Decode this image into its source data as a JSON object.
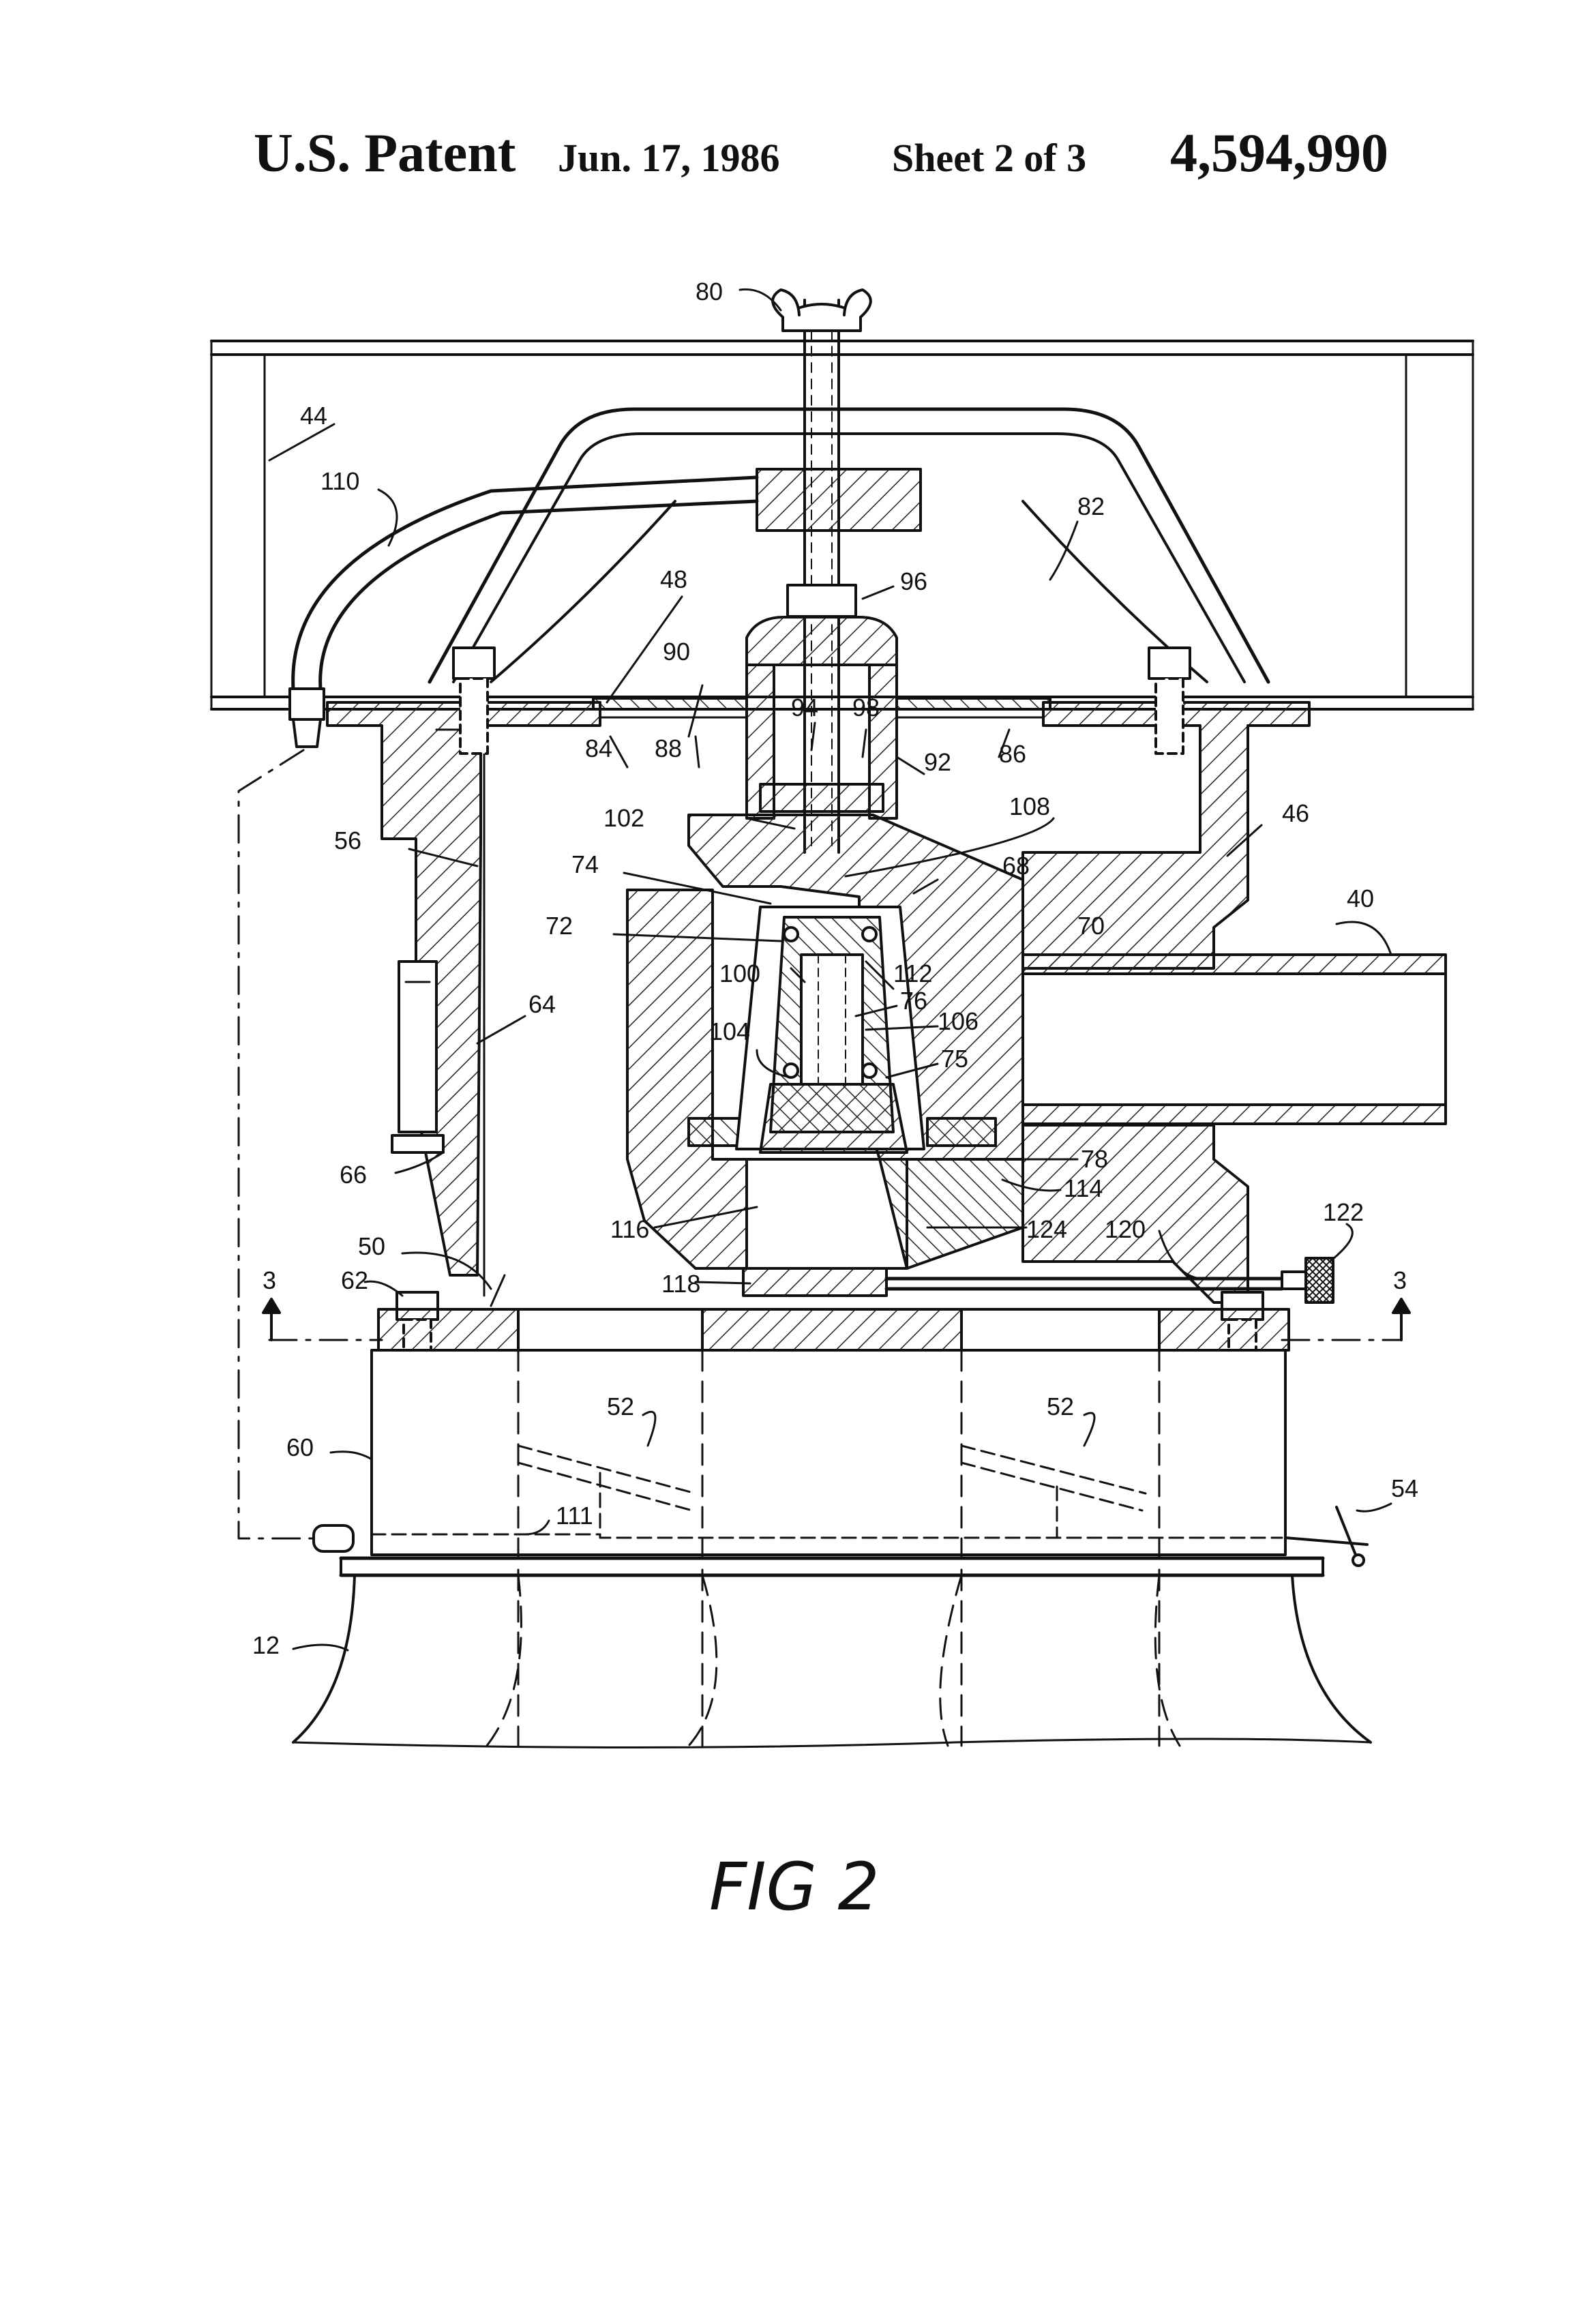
{
  "header": {
    "title": "U.S. Patent",
    "date": "Jun. 17, 1986",
    "sheet": "Sheet 2 of 3",
    "patent_number": "4,594,990"
  },
  "figure": {
    "caption": "FIG 2",
    "reference_numerals": [
      "80",
      "44",
      "110",
      "82",
      "48",
      "96",
      "90",
      "94",
      "98",
      "84",
      "88",
      "92",
      "86",
      "102",
      "108",
      "46",
      "56",
      "74",
      "68",
      "72",
      "70",
      "40",
      "100",
      "112",
      "64",
      "76",
      "106",
      "104",
      "75",
      "66",
      "78",
      "114",
      "116",
      "124",
      "120",
      "122",
      "50",
      "3",
      "62",
      "118",
      "52",
      "60",
      "111",
      "54",
      "12"
    ]
  }
}
